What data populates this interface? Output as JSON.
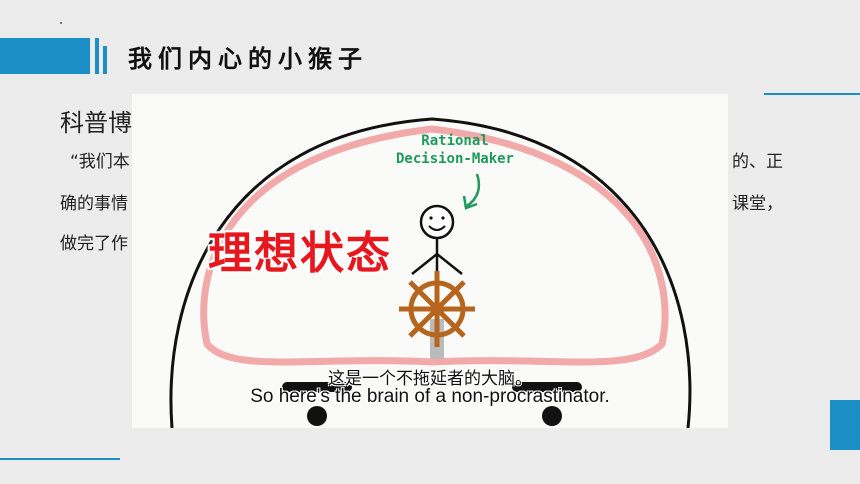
{
  "slide": {
    "title": "我们内心的小猴子",
    "subtitle_visible": "科普博",
    "lines": {
      "line1_left": "“我们本",
      "line1_right": "的、正",
      "line2_left": "确的事情",
      "line2_right": "课堂，",
      "line3_left": "做完了作"
    }
  },
  "video": {
    "overlay_text": "理想状态",
    "diagram_label_line1": "Rational",
    "diagram_label_line2": "Decision-Maker",
    "subtitle_cn": "这是一个不拖延者的大脑。",
    "subtitle_en": "So here's the brain of a non-procrastinator."
  },
  "colors": {
    "accent": "#1c8ec6",
    "overlay_red": "#e8161d",
    "label_green": "#1f9a5a",
    "brain_outline": "#f0a0a0",
    "wheel_brown": "#b5651d"
  }
}
